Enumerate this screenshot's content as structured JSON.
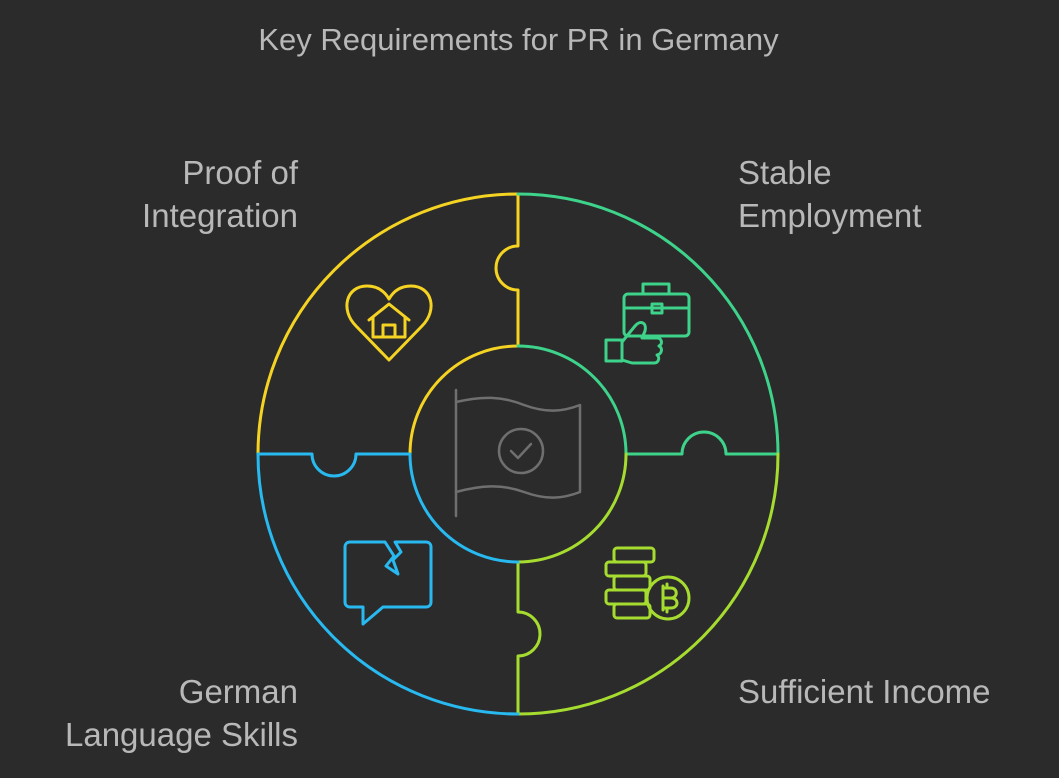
{
  "title": "Key Requirements for PR in Germany",
  "center": {
    "icon": "flag-check-icon"
  },
  "segments": [
    {
      "id": "proof-of-integration",
      "lines": [
        "Proof of",
        "Integration"
      ],
      "color": "#f5d323",
      "icon": "heart-home-icon"
    },
    {
      "id": "stable-employment",
      "lines": [
        "Stable",
        "Employment"
      ],
      "color": "#3ed38a",
      "icon": "briefcase-thumbs-up-icon"
    },
    {
      "id": "sufficient-income",
      "lines": [
        "Sufficient Income"
      ],
      "color": "#a6dc2f",
      "icon": "coins-bitcoin-icon"
    },
    {
      "id": "german-language-skills",
      "lines": [
        "German",
        "Language Skills"
      ],
      "color": "#28b9f0",
      "icon": "broken-speech-bubble-icon"
    }
  ]
}
